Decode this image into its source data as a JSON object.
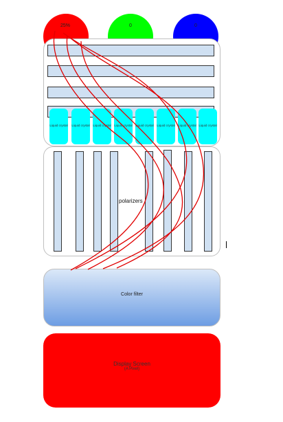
{
  "circles": [
    {
      "value": "25%",
      "color": "#ff0000"
    },
    {
      "value": "0",
      "color": "#00ff00"
    },
    {
      "value": "0",
      "color": "#0000ff"
    }
  ],
  "liquid_crystal_label": "Liquid crystal",
  "polarizers_label": "polarizers",
  "color_filter_label": "Color filter",
  "screen": {
    "title": "Display Screen",
    "subtitle": "(A Pixel)"
  }
}
